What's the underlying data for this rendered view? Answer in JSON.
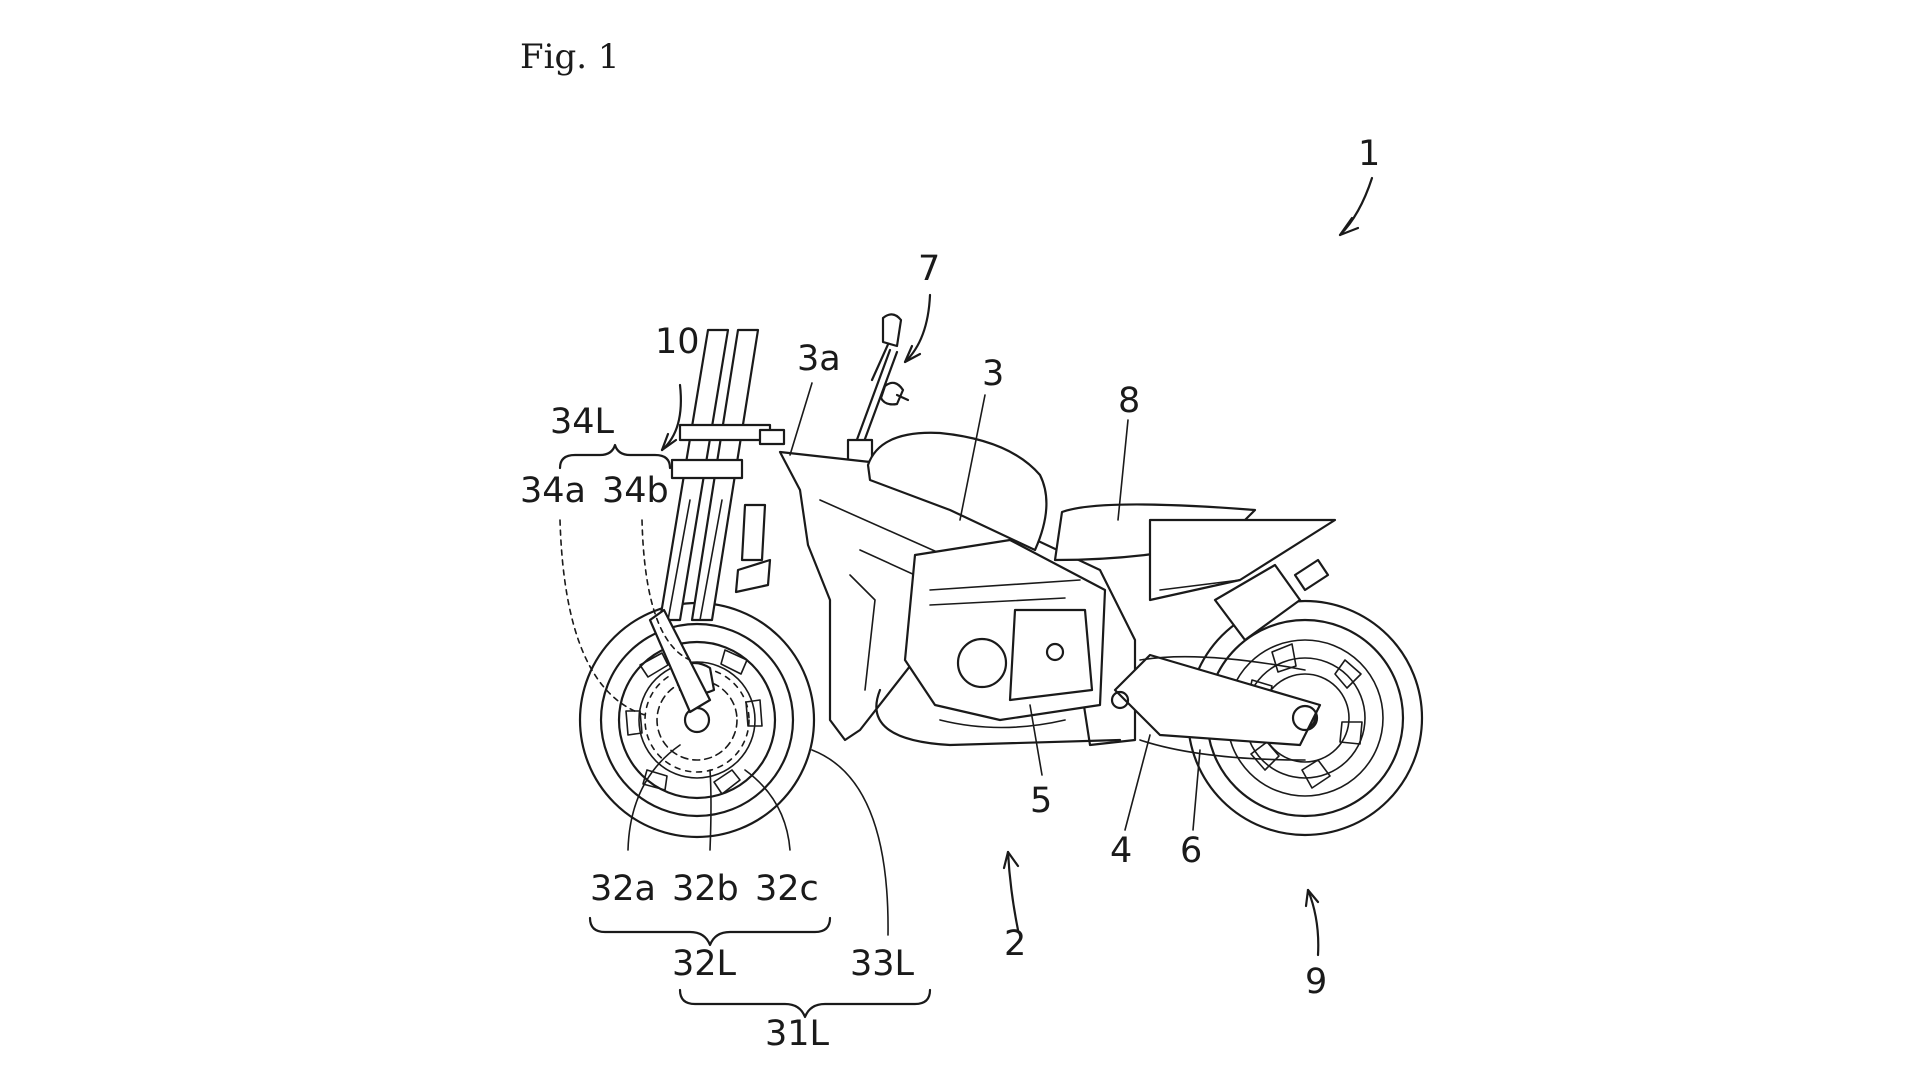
{
  "figure": {
    "caption": "Fig. 1"
  },
  "labels": {
    "vehicle": "1",
    "body": "2",
    "frame": "3",
    "head_pipe": "3a",
    "swing_arm": "4",
    "engine": "5",
    "chain": "6",
    "handle": "7",
    "seat": "8",
    "rear_wheel": "9",
    "front_fork": "10",
    "front_wheel_unit": "31L",
    "hub": "32L",
    "hub_a": "32a",
    "hub_b": "32b",
    "hub_c": "32c",
    "tire": "33L",
    "suspension": "34L",
    "suspension_a": "34a",
    "suspension_b": "34b"
  }
}
